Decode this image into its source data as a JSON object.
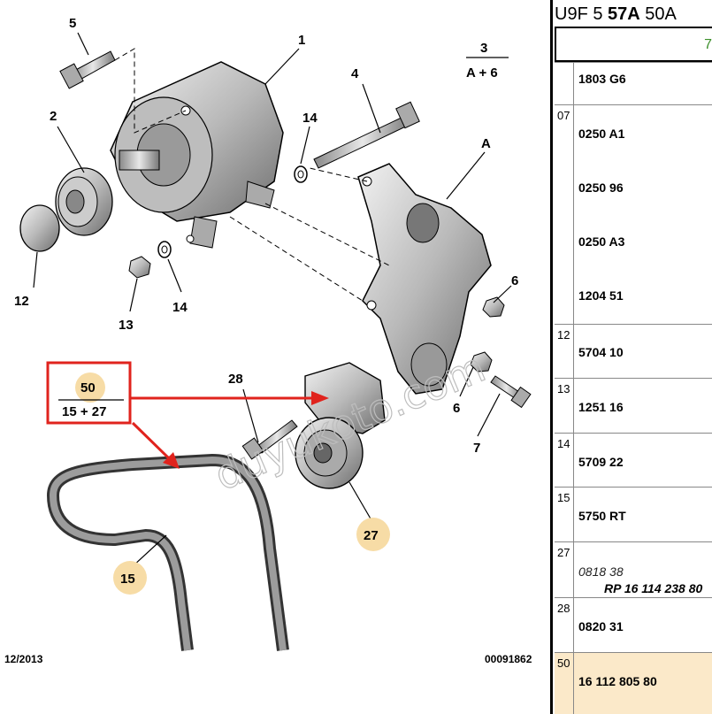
{
  "diagram": {
    "callouts": {
      "c1": "1",
      "c2": "2",
      "c3_top": "3",
      "c3_bottom": "A + 6",
      "c4": "4",
      "c5": "5",
      "cA": "A",
      "c6a": "6",
      "c6b": "6",
      "c7": "7",
      "c12": "12",
      "c13": "13",
      "c14a": "14",
      "c14b": "14",
      "c15": "15",
      "c27": "27",
      "c28": "28",
      "c50_top": "50",
      "c50_bottom": "15 + 27"
    },
    "footer_left": "12/2013",
    "footer_right": "00091862",
    "watermark": "duyukoto.com",
    "colors": {
      "highlight_bubble": "#f7dca6",
      "kit_box": "#e0231d",
      "line": "#000000"
    }
  },
  "table": {
    "header_prefix": "U9F 5 ",
    "header_bold": "57A",
    "header_suffix": " 50A",
    "subhead": "7",
    "rows": [
      {
        "num": "",
        "codes": [
          "1803 G6"
        ]
      },
      {
        "num": "07",
        "codes": [
          "0250 A1",
          "0250 96",
          "0250 A3",
          "1204 51"
        ]
      },
      {
        "num": "12",
        "codes": [
          "5704 10"
        ]
      },
      {
        "num": "13",
        "codes": [
          "1251 16"
        ]
      },
      {
        "num": "14",
        "codes": [
          "5709 22"
        ]
      },
      {
        "num": "15",
        "codes": [
          "5750 RT"
        ]
      },
      {
        "num": "27",
        "code_italic": "0818 38",
        "ref": "RP 16 114 238 80"
      },
      {
        "num": "28",
        "codes": [
          "0820 31"
        ]
      },
      {
        "num": "50",
        "codes": [
          "16 112 805 80"
        ]
      }
    ]
  }
}
